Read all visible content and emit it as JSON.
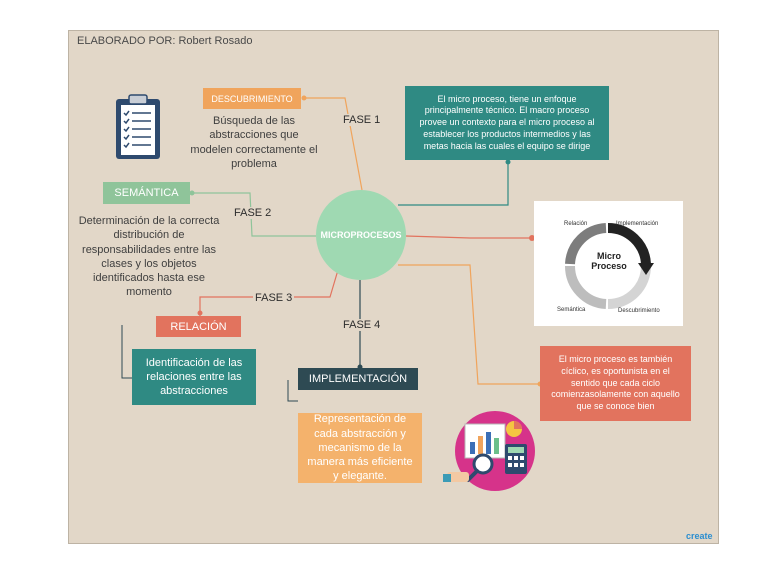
{
  "header": {
    "author": "ELABORADO POR: Robert Rosado"
  },
  "hub": {
    "label": "MICROPROCESOS"
  },
  "phases": {
    "fase1": "FASE 1",
    "fase2": "FASE 2",
    "fase3": "FASE 3",
    "fase4": "FASE 4"
  },
  "descubrimiento": {
    "label": "DESCUBRIMIENTO",
    "text": "Búsqueda de las abstracciones que modelen correctamente el problema"
  },
  "semantica": {
    "label": "SEMÁNTICA",
    "text": "Determinación de la correcta distribución de responsabilidades entre las clases y los objetos identificados hasta ese momento"
  },
  "relacion": {
    "label": "RELACIÓN",
    "text": "Identificación de las relaciones entre las abstracciones"
  },
  "implementacion": {
    "label": "IMPLEMENTACIÓN",
    "text": "Representación de cada abstracción y mecanismo de la manera más eficiente y elegante."
  },
  "notes": {
    "technical": "El micro proceso, tiene un enfoque principalmente técnico. El macro proceso provee un contexto para el micro proceso al establecer los productos intermedios y las metas hacia las cuales el equipo se dirige",
    "cyclic": "El micro proceso es también cíclico, es oportunista en el sentido que cada ciclo comienzasolamente con aquello que se conoce bien"
  },
  "cycle": {
    "center": "Micro Proceso",
    "relacion": "Relación",
    "implementacion": "Implementación",
    "semantica": "Semántica",
    "descubrimiento": "Descubrimiento"
  },
  "brand": "create",
  "colors": {
    "background": "#e2d7c8",
    "orange": "#f0a45c",
    "green": "#8fc49a",
    "teal": "#2f8a83",
    "salmon": "#e2735e",
    "navy": "#2e4a53",
    "light_orange": "#f4b26c",
    "hub": "#9fd9b2"
  },
  "icons": [
    "clipboard-icon",
    "analytics-icon",
    "cycle-diagram"
  ]
}
